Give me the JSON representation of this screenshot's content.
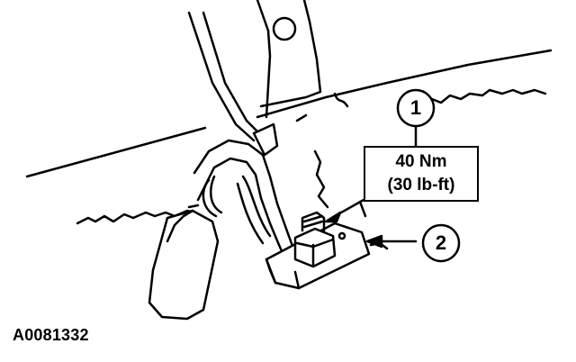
{
  "diagram": {
    "callouts": [
      {
        "number": "1"
      },
      {
        "number": "2"
      }
    ],
    "torque_spec": {
      "metric": "40 Nm",
      "imperial": "(30 lb-ft)"
    },
    "figure_id": "A0081332"
  }
}
